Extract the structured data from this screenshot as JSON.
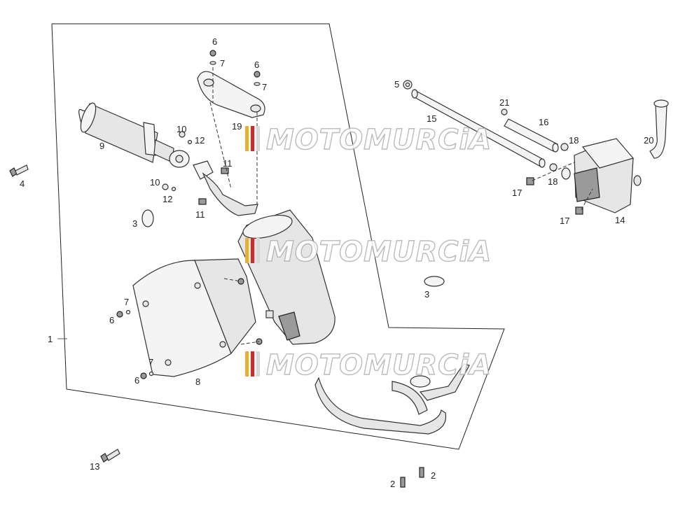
{
  "watermark": {
    "text": "MOTOMURCiA",
    "stripe_colors": [
      "#e0b040",
      "#c03030",
      "#d8d8d8"
    ]
  },
  "labels": {
    "l1": "1",
    "l2a": "2",
    "l2b": "2",
    "l3a": "3",
    "l3b": "3",
    "l4": "4",
    "l5": "5",
    "l6a": "6",
    "l6b": "6",
    "l6c": "6",
    "l6d": "6",
    "l7a": "7",
    "l7b": "7",
    "l7c": "7",
    "l7d": "7",
    "l8": "8",
    "l9": "9",
    "l10a": "10",
    "l10b": "10",
    "l11a": "11",
    "l11b": "11",
    "l12a": "12",
    "l12b": "12",
    "l13": "13",
    "l14": "14",
    "l15": "15",
    "l16": "16",
    "l17a": "17",
    "l17b": "17",
    "l18a": "18",
    "l18b": "18",
    "l19": "19",
    "l20": "20",
    "l21": "21"
  }
}
